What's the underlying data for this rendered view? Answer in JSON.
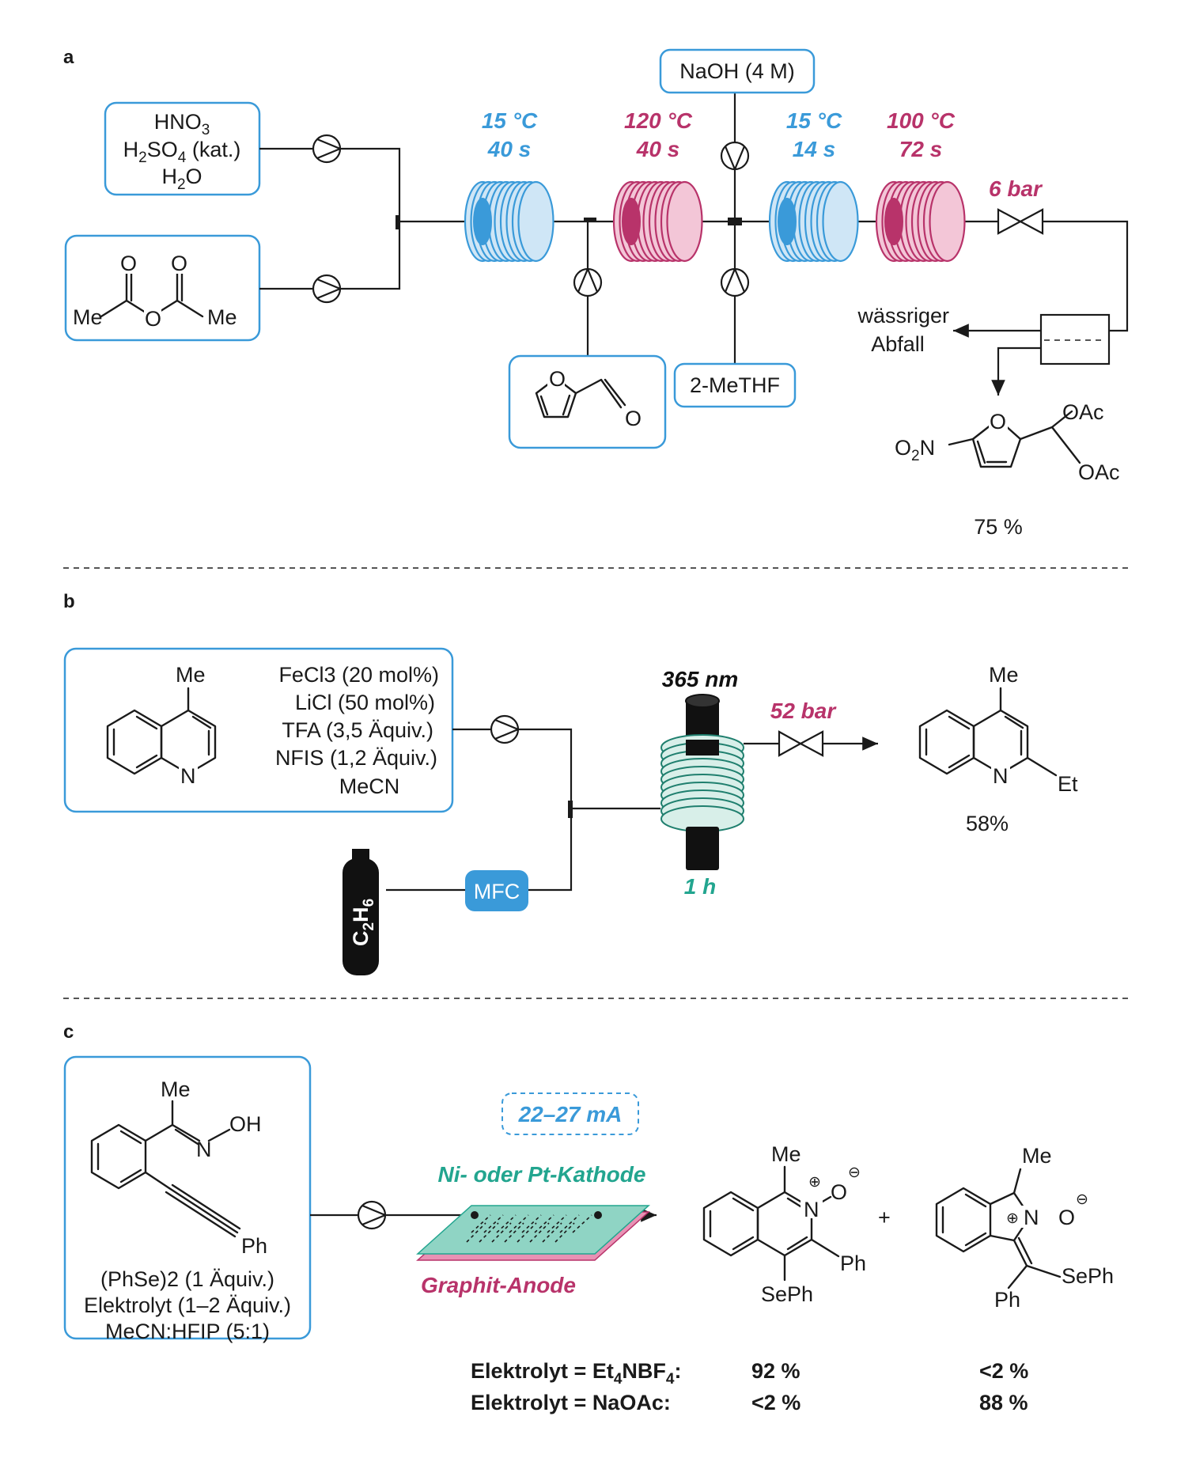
{
  "sections": {
    "a": {
      "label": "a",
      "reagent1": {
        "line1": "HNO",
        "line1_sub": "3",
        "line2_pre": "H",
        "line2_sub1": "2",
        "line2_mid": "SO",
        "line2_sub2": "4",
        "line2_post": " (kat.)",
        "line3_pre": "H",
        "line3_sub": "2",
        "line3_post": "O"
      },
      "reagent2": {
        "o1": "O",
        "o2": "O",
        "me1": "Me",
        "obridge": "O",
        "me2": "Me"
      },
      "naoh": "NaOH (4 M)",
      "methf": "2-MeTHF",
      "furfural_o": "O",
      "furfural_o2": "O",
      "coils": [
        {
          "temp": "15 °C",
          "time": "40 s",
          "color": "blue"
        },
        {
          "temp": "120 °C",
          "time": "40 s",
          "color": "magenta"
        },
        {
          "temp": "15 °C",
          "time": "14 s",
          "color": "blue"
        },
        {
          "temp": "100 °C",
          "time": "72 s",
          "color": "magenta"
        }
      ],
      "pressure": "6 bar",
      "waste1": "wässriger",
      "waste2": "Abfall",
      "product": {
        "no2": "O",
        "no2_sub": "2",
        "no2_n": "N",
        "ring_o": "O",
        "oac1": "OAc",
        "oac2": "OAc"
      },
      "yield": "75 %"
    },
    "b": {
      "label": "b",
      "reagents": [
        "FeCl3 (20 mol%)",
        "LiCl (50 mol%)",
        "TFA (3,5 Äquiv.)",
        "NFIS (1,2 Äquiv.)",
        "MeCN"
      ],
      "sm_me": "Me",
      "sm_n": "N",
      "wavelength": "365 nm",
      "pressure": "52 bar",
      "time": "1 h",
      "gas_c": "C",
      "gas_c_sub": "2",
      "gas_h": "H",
      "gas_h_sub": "6",
      "mfc": "MFC",
      "prod_me": "Me",
      "prod_n": "N",
      "prod_et": "Et",
      "yield": "58%"
    },
    "c": {
      "label": "c",
      "sm_me": "Me",
      "sm_n": "N",
      "sm_oh": "OH",
      "sm_ph": "Ph",
      "reagents": [
        "(PhSe)2 (1 Äquiv.)",
        "Elektrolyt (1–2 Äquiv.)",
        "MeCN:HFIP (5:1)"
      ],
      "current": "22–27 mA",
      "cathode": "Ni- oder Pt-Kathode",
      "anode": "Graphit-Anode",
      "p1": {
        "me": "Me",
        "n": "N",
        "o": "O",
        "ph": "Ph",
        "seph": "SePh",
        "plus": "⊕",
        "minus": "⊖"
      },
      "plus_sign": "+",
      "p2": {
        "me": "Me",
        "n": "N",
        "o": "O",
        "ph": "Ph",
        "seph": "SePh",
        "plus": "⊕",
        "minus": "⊖"
      },
      "results": [
        {
          "label_pre": "Elektrolyt = Et",
          "sub1": "4",
          "label_mid": "NBF",
          "sub2": "4",
          "label_post": ":",
          "y1": "92 %",
          "y2": "<2 %"
        },
        {
          "label_pre": "Elektrolyt = NaOAc:",
          "sub1": "",
          "label_mid": "",
          "sub2": "",
          "label_post": "",
          "y1": "<2 %",
          "y2": "88 %"
        }
      ]
    }
  },
  "colors": {
    "blue": "#3a9ad9",
    "magenta": "#b8336a",
    "teal": "#22a58f",
    "coilBlueFill": "#cfe6f6",
    "coilMagFill": "#f3c6d7"
  }
}
